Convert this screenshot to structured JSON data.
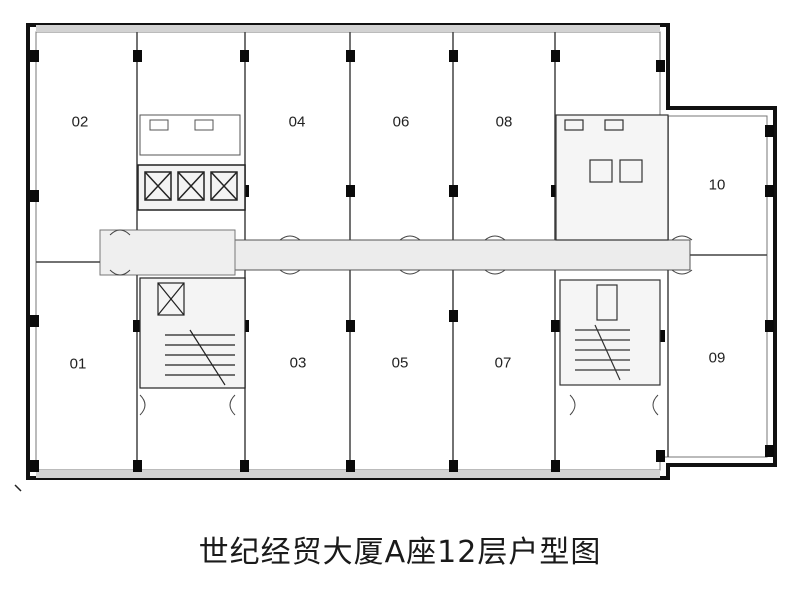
{
  "caption": "世纪经贸大厦A座12层户型图",
  "units": [
    {
      "id": "01",
      "label": "01"
    },
    {
      "id": "02",
      "label": "02"
    },
    {
      "id": "03",
      "label": "03"
    },
    {
      "id": "04",
      "label": "04"
    },
    {
      "id": "05",
      "label": "05"
    },
    {
      "id": "06",
      "label": "06"
    },
    {
      "id": "07",
      "label": "07"
    },
    {
      "id": "08",
      "label": "08"
    },
    {
      "id": "09",
      "label": "09"
    },
    {
      "id": "10",
      "label": "10"
    }
  ],
  "colors": {
    "wall": "#111111",
    "column": "#0a0a0a",
    "thin_line": "#666666",
    "corridor_fill": "#e9e9e9",
    "window_fill": "#cfcfcf"
  }
}
